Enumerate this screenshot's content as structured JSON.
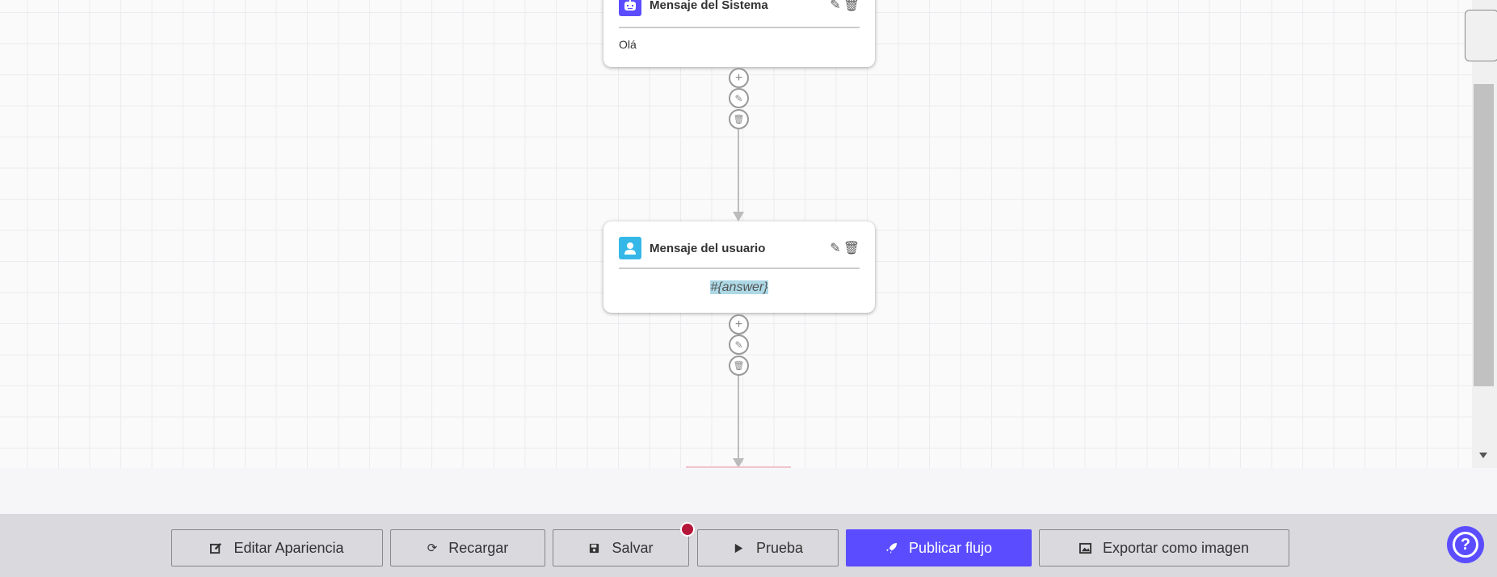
{
  "nodes": [
    {
      "type": "system",
      "icon": "robot-icon",
      "title": "Mensaje del Sistema",
      "body": "Olá",
      "color": "#5b4dff"
    },
    {
      "type": "user",
      "icon": "user-icon",
      "title": "Mensaje del usuario",
      "body": "#{answer}",
      "color": "#35b8e8"
    }
  ],
  "toolbar": {
    "edit_appearance": "Editar Apariencia",
    "reload": "Recargar",
    "save": "Salvar",
    "test": "Prueba",
    "publish": "Publicar flujo",
    "export": "Exportar como imagen",
    "accent": "#5b4dff",
    "unsaved_dot_color": "#b5173a"
  },
  "help": {
    "icon": "question-icon",
    "label": "?"
  }
}
